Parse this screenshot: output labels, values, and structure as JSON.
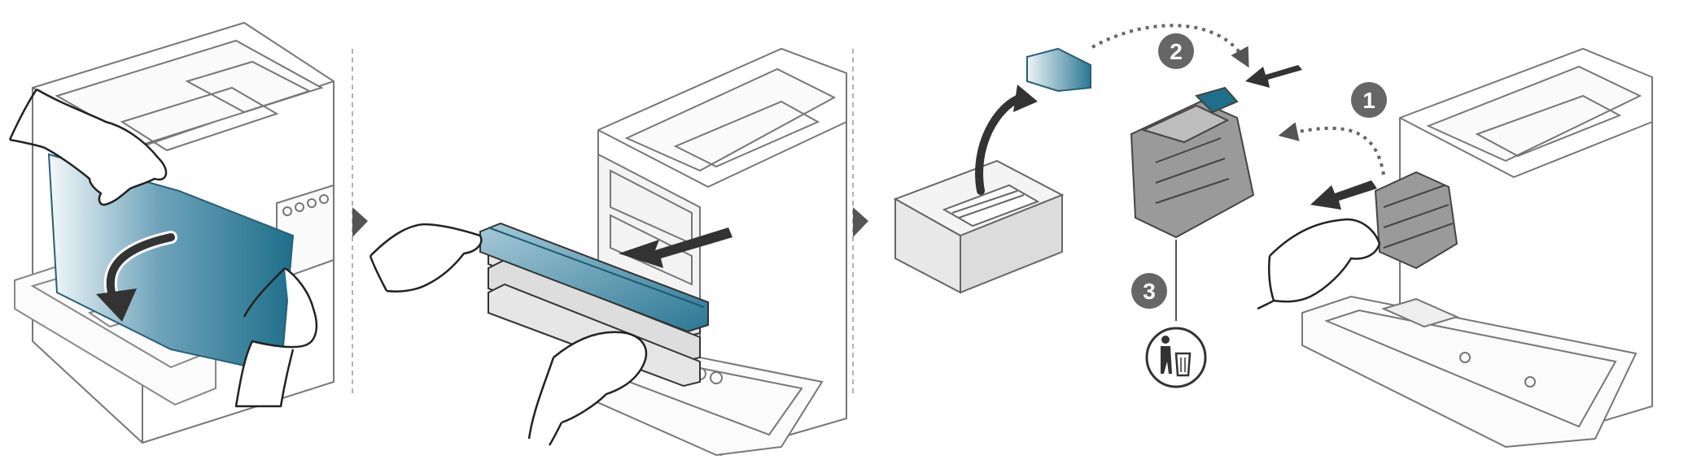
{
  "panels": [
    {
      "name": "open-front-cover"
    },
    {
      "name": "remove-toner-cartridges"
    },
    {
      "name": "replace-waste-toner-container"
    }
  ],
  "steps": [
    {
      "number": "1",
      "label": ""
    },
    {
      "number": "2",
      "label": ""
    },
    {
      "number": "3",
      "label": ""
    }
  ],
  "icons": {
    "separator": "dashed-vertical-line",
    "next": "triangle-right-icon",
    "dispose": "trash-disposal-icon"
  },
  "colors": {
    "part_highlight": "#1f6f8b",
    "step_badge": "#666666",
    "outline": "#555555",
    "arrow": "#333333"
  }
}
